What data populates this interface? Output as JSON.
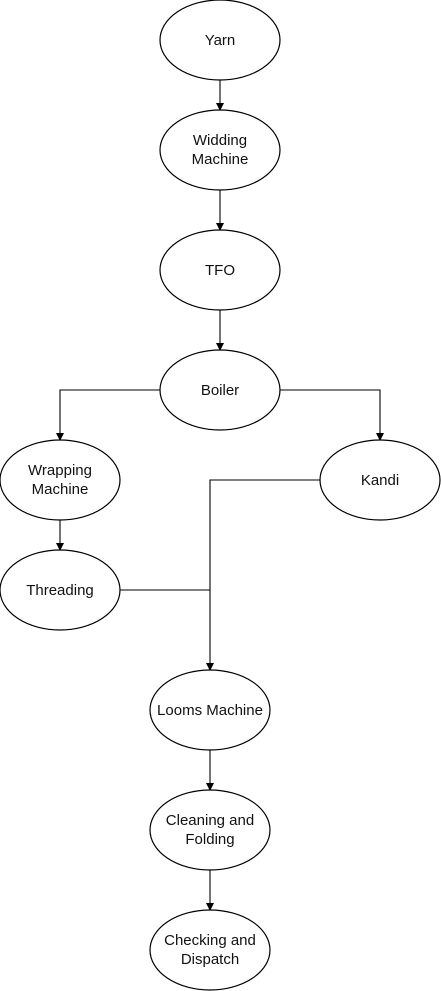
{
  "nodes": {
    "yarn": {
      "lines": [
        "Yarn"
      ]
    },
    "widding": {
      "lines": [
        "Widding",
        "Machine"
      ]
    },
    "tfo": {
      "lines": [
        "TFO"
      ]
    },
    "boiler": {
      "lines": [
        "Boiler"
      ]
    },
    "wrapping": {
      "lines": [
        "Wrapping",
        "Machine"
      ]
    },
    "kandi": {
      "lines": [
        "Kandi"
      ]
    },
    "threading": {
      "lines": [
        "Threading"
      ]
    },
    "looms": {
      "lines": [
        "Looms Machine"
      ]
    },
    "cleaning": {
      "lines": [
        "Cleaning and",
        "Folding"
      ]
    },
    "checking": {
      "lines": [
        "Checking and",
        "Dispatch"
      ]
    }
  },
  "edges": [
    {
      "from": "yarn",
      "to": "widding"
    },
    {
      "from": "widding",
      "to": "tfo"
    },
    {
      "from": "tfo",
      "to": "boiler"
    },
    {
      "from": "boiler",
      "to": "wrapping"
    },
    {
      "from": "boiler",
      "to": "kandi"
    },
    {
      "from": "wrapping",
      "to": "threading"
    },
    {
      "from": "kandi",
      "to": "looms"
    },
    {
      "from": "threading",
      "to": "looms"
    },
    {
      "from": "looms",
      "to": "cleaning"
    },
    {
      "from": "cleaning",
      "to": "checking"
    }
  ]
}
